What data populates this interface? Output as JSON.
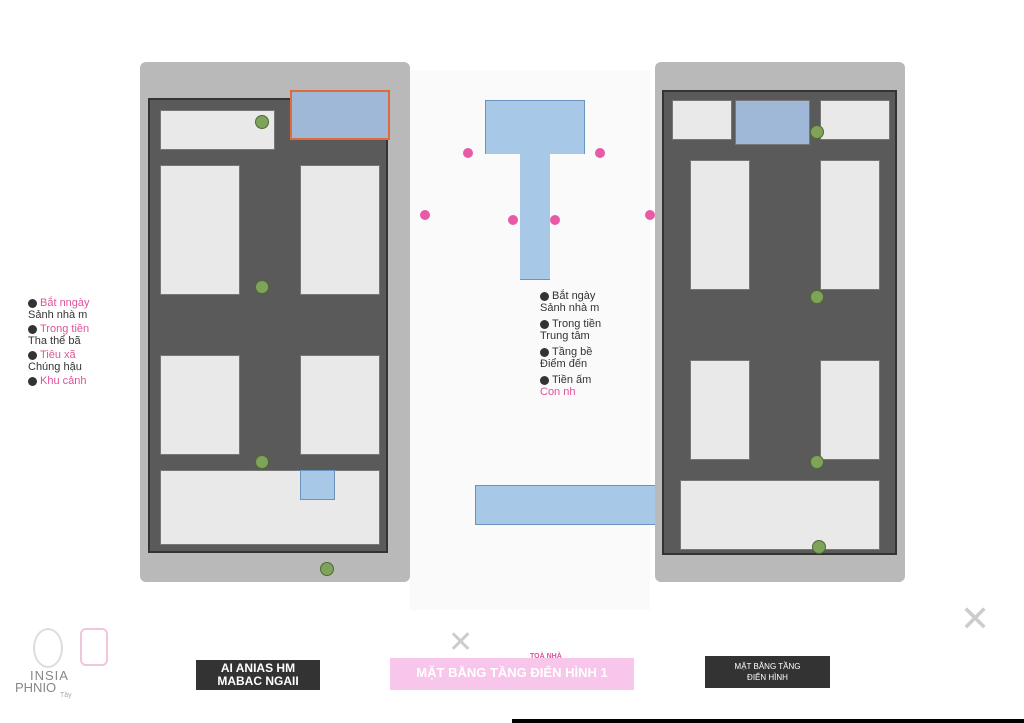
{
  "legend_left": [
    {
      "line1": "Bắt nngày",
      "line2": "Sảnh nhà m"
    },
    {
      "line1": "Trong tiền",
      "line2": "Tha thể bã"
    },
    {
      "line1": "Tiêu xã",
      "line2": "Chúng hậu"
    },
    {
      "line1": "Khu cảnh",
      "line2": ""
    }
  ],
  "legend_center": [
    {
      "line1": "Bắt ngày",
      "line2": "Sảnh nhà m"
    },
    {
      "line1": "Trong tiền",
      "line2": "Trung tâm"
    },
    {
      "line1": "Tầng bề",
      "line2": "Điểm đến"
    },
    {
      "line1": "Tiền ấm",
      "line2": "Con nh"
    }
  ],
  "logo": {
    "text_top": "INSIA",
    "text_bottom": "PHNIO",
    "sub": "Tây"
  },
  "title_left": {
    "line1": "AI ANIAS HM",
    "line2": "MABAC NGAII"
  },
  "title_center": {
    "main": "MẶT BẰNG TẦNG ĐIỂN HÌNH 1",
    "sub": "TOÀ NHÀ"
  },
  "title_right": {
    "line1": "MẶT BẰNG TẦNG",
    "line2": "ĐIỂN HÌNH"
  },
  "colors": {
    "accent": "#e85aa8",
    "site": "#b9b9b9",
    "building": "#5a5a5a",
    "water": "#9fb8d8"
  }
}
